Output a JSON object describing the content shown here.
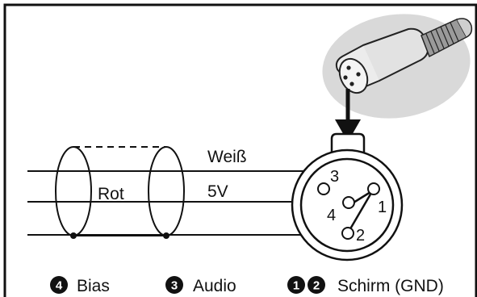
{
  "wire_labels": {
    "white": "Weiß",
    "red": "Rot",
    "voltage": "5V"
  },
  "pin_labels": [
    "1",
    "2",
    "3",
    "4"
  ],
  "legend": [
    {
      "numbers": [
        "4"
      ],
      "label": "Bias"
    },
    {
      "numbers": [
        "3"
      ],
      "label": "Audio"
    },
    {
      "numbers": [
        "1",
        "2"
      ],
      "label": "Schirm (GND)"
    }
  ],
  "colors": {
    "line": "#111111",
    "connector_bubble": "#d9d9d9",
    "badge_fill": "#111111"
  }
}
